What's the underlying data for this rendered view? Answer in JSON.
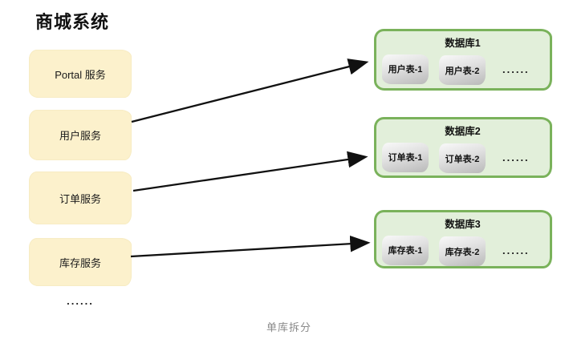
{
  "title": "商城系统",
  "caption": "单库拆分",
  "services": [
    {
      "label": "Portal 服务"
    },
    {
      "label": "用户服务"
    },
    {
      "label": "订单服务"
    },
    {
      "label": "库存服务"
    }
  ],
  "services_ellipsis": "......",
  "databases": [
    {
      "name": "数据库1",
      "tables": [
        "用户表-1",
        "用户表-2"
      ],
      "ellipsis": "......"
    },
    {
      "name": "数据库2",
      "tables": [
        "订单表-1",
        "订单表-2"
      ],
      "ellipsis": "......"
    },
    {
      "name": "数据库3",
      "tables": [
        "库存表-1",
        "库存表-2"
      ],
      "ellipsis": "......"
    }
  ],
  "arrows": [
    {
      "from": "用户服务",
      "to": "数据库1"
    },
    {
      "from": "订单服务",
      "to": "数据库2"
    },
    {
      "from": "库存服务",
      "to": "数据库3"
    }
  ],
  "colors": {
    "service_fill": "#fcf1cc",
    "db_fill": "#e2efda",
    "db_border": "#7ab25b",
    "table_chip_light": "#f9f9f9",
    "table_chip_dark": "#b9b9b9",
    "arrow": "#111111",
    "caption_text": "#8a8a8a",
    "text": "#111111"
  }
}
